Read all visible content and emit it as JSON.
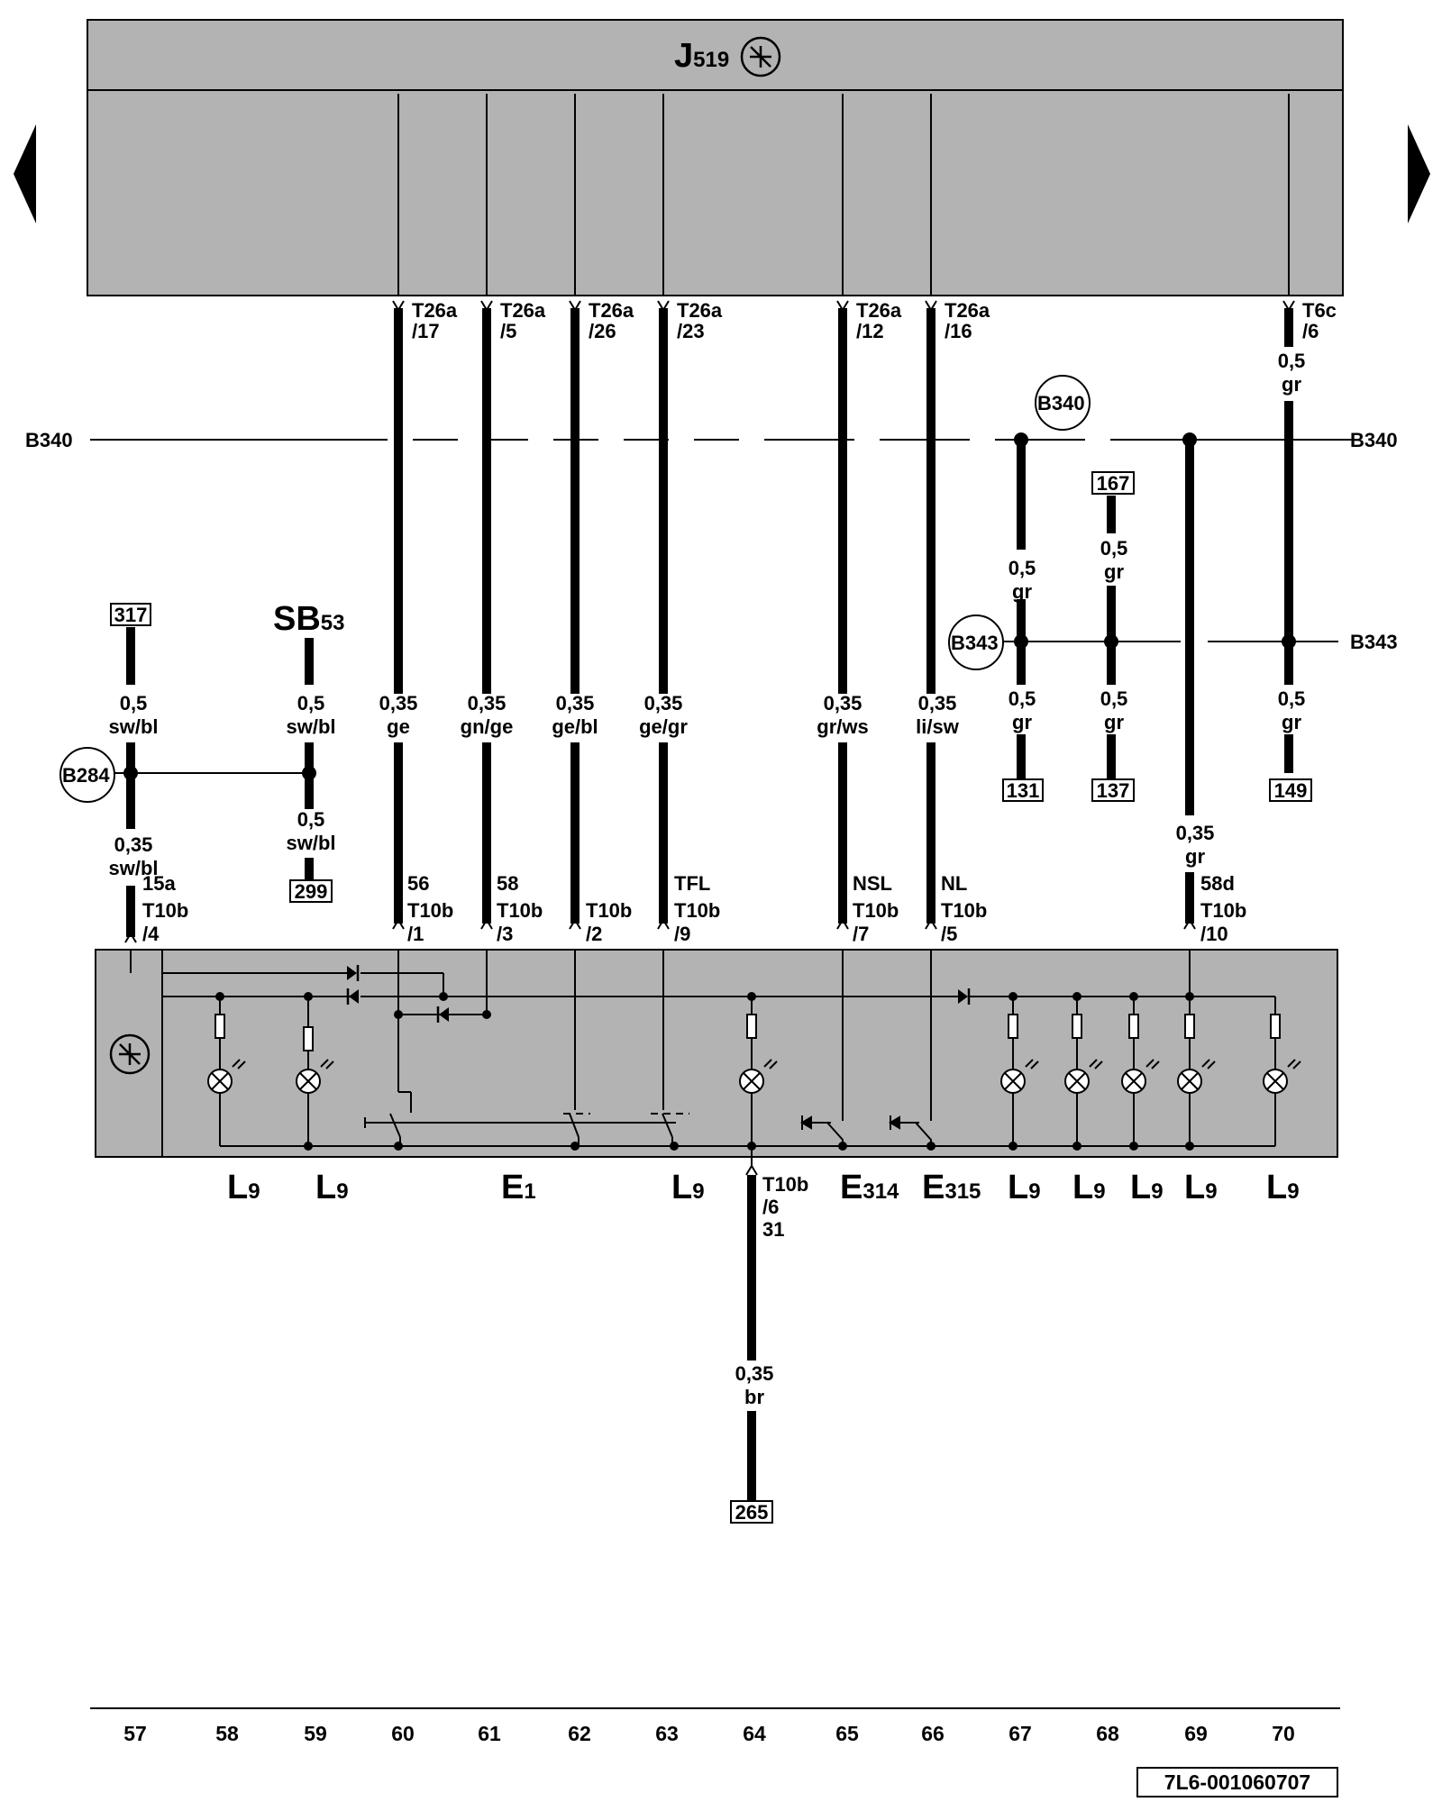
{
  "control_unit": {
    "name": "J",
    "sub": "519"
  },
  "bus_lines": {
    "b340": "B340",
    "b343": "B343",
    "b284": "B284"
  },
  "connectors": [
    {
      "id": "c60",
      "line1": "T26a",
      "line2": "/17"
    },
    {
      "id": "c61",
      "line1": "T26a",
      "line2": "/5"
    },
    {
      "id": "c62",
      "line1": "T26a",
      "line2": "/26"
    },
    {
      "id": "c63",
      "line1": "T26a",
      "line2": "/23"
    },
    {
      "id": "c65",
      "line1": "T26a",
      "line2": "/12"
    },
    {
      "id": "c66",
      "line1": "T26a",
      "line2": "/16"
    },
    {
      "id": "c70",
      "line1": "T6c",
      "line2": "/6"
    }
  ],
  "wires": {
    "w60": {
      "size": "0,35",
      "color": "ge"
    },
    "w61": {
      "size": "0,35",
      "color": "gn/ge"
    },
    "w62": {
      "size": "0,35",
      "color": "ge/bl"
    },
    "w63": {
      "size": "0,35",
      "color": "ge/gr"
    },
    "w65": {
      "size": "0,35",
      "color": "gr/ws"
    },
    "w66": {
      "size": "0,35",
      "color": "li/sw"
    },
    "w57a": {
      "size": "0,5",
      "color": "sw/bl"
    },
    "w57b": {
      "size": "0,35",
      "color": "sw/bl"
    },
    "w59a": {
      "size": "0,5",
      "color": "sw/bl"
    },
    "w59b": {
      "size": "0,5",
      "color": "sw/bl"
    },
    "w67a": {
      "size": "0,5",
      "color": "gr"
    },
    "w67b": {
      "size": "0,5",
      "color": "gr"
    },
    "w68a": {
      "size": "0,5",
      "color": "gr"
    },
    "w68b": {
      "size": "0,5",
      "color": "gr"
    },
    "w69": {
      "size": "0,35",
      "color": "gr"
    },
    "w70a": {
      "size": "0,5",
      "color": "gr"
    },
    "w70b": {
      "size": "0,5",
      "color": "gr"
    },
    "w64": {
      "size": "0,35",
      "color": "br"
    }
  },
  "refs": {
    "r317": "317",
    "r299": "299",
    "r167": "167",
    "r131": "131",
    "r137": "137",
    "r149": "149",
    "r265": "265"
  },
  "fuse": {
    "name": "SB",
    "sub": "53"
  },
  "plug_pins": [
    {
      "id": "p57",
      "func": "15a",
      "conn": "T10b",
      "pin": "/4"
    },
    {
      "id": "p60",
      "func": "56",
      "conn": "T10b",
      "pin": "/1"
    },
    {
      "id": "p61",
      "func": "58",
      "conn": "T10b",
      "pin": "/3"
    },
    {
      "id": "p62",
      "func": "",
      "conn": "T10b",
      "pin": "/2"
    },
    {
      "id": "p63",
      "func": "TFL",
      "conn": "T10b",
      "pin": "/9"
    },
    {
      "id": "p65",
      "func": "NSL",
      "conn": "T10b",
      "pin": "/7"
    },
    {
      "id": "p66",
      "func": "NL",
      "conn": "T10b",
      "pin": "/5"
    },
    {
      "id": "p69",
      "func": "58d",
      "conn": "T10b",
      "pin": "/10"
    }
  ],
  "ground_pin": {
    "conn": "T10b",
    "pin": "/6",
    "func": "31"
  },
  "components": [
    {
      "id": "k1",
      "name": "L",
      "sub": "9"
    },
    {
      "id": "k2",
      "name": "L",
      "sub": "9"
    },
    {
      "id": "k3",
      "name": "E",
      "sub": "1"
    },
    {
      "id": "k4",
      "name": "L",
      "sub": "9"
    },
    {
      "id": "k5",
      "name": "E",
      "sub": "314"
    },
    {
      "id": "k6",
      "name": "E",
      "sub": "315"
    },
    {
      "id": "k7",
      "name": "L",
      "sub": "9"
    },
    {
      "id": "k8",
      "name": "L",
      "sub": "9"
    },
    {
      "id": "k9",
      "name": "L",
      "sub": "9"
    },
    {
      "id": "k10",
      "name": "L",
      "sub": "9"
    },
    {
      "id": "k11",
      "name": "L",
      "sub": "9"
    }
  ],
  "track_numbers": [
    "57",
    "58",
    "59",
    "60",
    "61",
    "62",
    "63",
    "64",
    "65",
    "66",
    "67",
    "68",
    "69",
    "70"
  ],
  "diagram_id": "7L6-001060707"
}
